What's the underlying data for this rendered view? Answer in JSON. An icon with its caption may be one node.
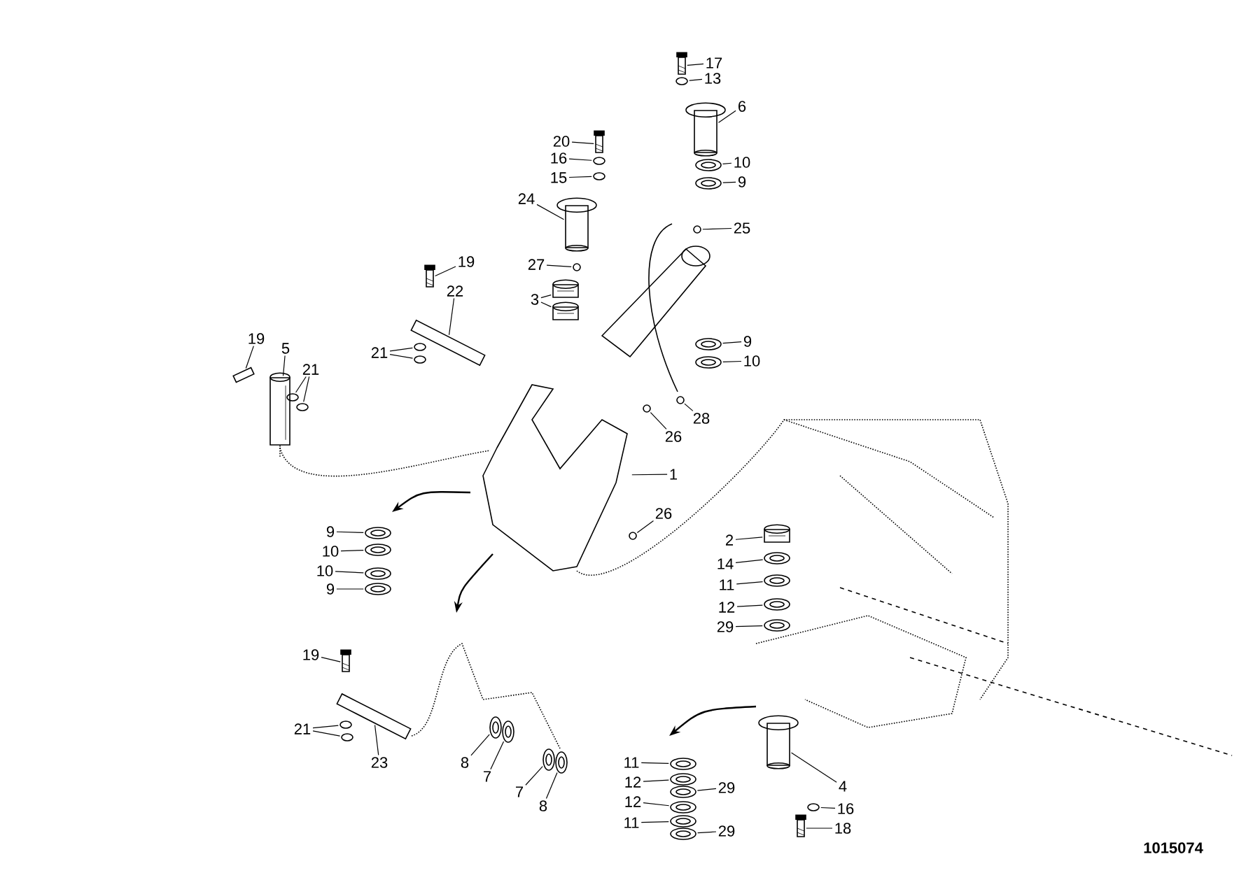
{
  "diagram": {
    "nodes": [
      {
        "text": [
          "17"
        ]
      },
      {
        "text": [
          "13"
        ]
      },
      {
        "text": [
          "6"
        ]
      },
      {
        "text": [
          "10"
        ]
      },
      {
        "text": [
          "9"
        ]
      },
      {
        "text": [
          "25"
        ]
      },
      {
        "text": [
          "20"
        ]
      },
      {
        "text": [
          "16"
        ]
      },
      {
        "text": [
          "15"
        ]
      },
      {
        "text": [
          "24"
        ]
      },
      {
        "text": [
          "27"
        ]
      },
      {
        "text": [
          "3"
        ]
      },
      {
        "text": [
          "19"
        ]
      },
      {
        "text": [
          "22"
        ]
      },
      {
        "text": [
          "21"
        ]
      },
      {
        "text": [
          "19"
        ]
      },
      {
        "text": [
          "5"
        ]
      },
      {
        "text": [
          "21"
        ]
      },
      {
        "text": [
          "9"
        ]
      },
      {
        "text": [
          "10"
        ]
      },
      {
        "text": [
          "28"
        ]
      },
      {
        "text": [
          "26"
        ]
      },
      {
        "text": [
          "1"
        ]
      },
      {
        "text": [
          "26"
        ]
      },
      {
        "text": [
          "9"
        ]
      },
      {
        "text": [
          "10"
        ]
      },
      {
        "text": [
          "10"
        ]
      },
      {
        "text": [
          "9"
        ]
      },
      {
        "text": [
          "2"
        ]
      },
      {
        "text": [
          "14"
        ]
      },
      {
        "text": [
          "11"
        ]
      },
      {
        "text": [
          "12"
        ]
      },
      {
        "text": [
          "29"
        ]
      },
      {
        "text": [
          "19"
        ]
      },
      {
        "text": [
          "21"
        ]
      },
      {
        "text": [
          "23"
        ]
      },
      {
        "text": [
          "8"
        ]
      },
      {
        "text": [
          "7"
        ]
      },
      {
        "text": [
          "7"
        ]
      },
      {
        "text": [
          "8"
        ]
      },
      {
        "text": [
          "11"
        ]
      },
      {
        "text": [
          "12"
        ]
      },
      {
        "text": [
          "29"
        ]
      },
      {
        "text": [
          "12"
        ]
      },
      {
        "text": [
          "11"
        ]
      },
      {
        "text": [
          "29"
        ]
      },
      {
        "text": [
          "4"
        ]
      },
      {
        "text": [
          "16"
        ]
      },
      {
        "text": [
          "18"
        ]
      },
      {
        "text": [],
        "shape": "picture"
      },
      {
        "text": [],
        "shape": "picture"
      },
      {
        "text": [],
        "shape": "picture"
      },
      {
        "text": [],
        "shape": "picture"
      },
      {
        "text": [],
        "shape": "picture"
      },
      {
        "text": [],
        "shape": "picture"
      },
      {
        "text": [],
        "shape": "picture"
      },
      {
        "text": [],
        "shape": "picture"
      },
      {
        "text": [],
        "shape": "picture"
      },
      {
        "text": [],
        "shape": "picture"
      },
      {
        "text": [],
        "shape": "picture"
      },
      {
        "text": [],
        "shape": "picture"
      },
      {
        "text": [],
        "shape": "picture"
      },
      {
        "text": [],
        "shape": "picture"
      },
      {
        "text": [],
        "shape": "picture"
      },
      {
        "text": [],
        "shape": "picture"
      },
      {
        "text": [],
        "shape": "picture"
      },
      {
        "text": [],
        "shape": "picture"
      },
      {
        "text": [],
        "shape": "picture"
      },
      {
        "text": [],
        "shape": "picture"
      },
      {
        "text": [],
        "shape": "picture"
      },
      {
        "text": [],
        "shape": "picture"
      },
      {
        "text": [],
        "shape": "picture"
      },
      {
        "text": [],
        "shape": "picture"
      },
      {
        "text": [],
        "shape": "picture"
      },
      {
        "text": [],
        "shape": "picture"
      },
      {
        "text": [],
        "shape": "picture"
      },
      {
        "text": [],
        "shape": "picture"
      },
      {
        "text": [],
        "shape": "picture"
      },
      {
        "text": [],
        "shape": "picture"
      },
      {
        "text": [],
        "shape": "picture"
      },
      {
        "text": [],
        "shape": "picture"
      },
      {
        "text": [],
        "shape": "picture"
      },
      {
        "text": [],
        "shape": "picture"
      },
      {
        "text": [],
        "shape": "picture"
      },
      {
        "text": [],
        "shape": "picture"
      },
      {
        "text": [],
        "shape": "picture"
      },
      {
        "text": [],
        "shape": "picture"
      },
      {
        "text": [],
        "shape": "picture"
      },
      {
        "text": [],
        "shape": "picture"
      },
      {
        "text": [],
        "shape": "picture"
      },
      {
        "text": [],
        "shape": "picture"
      },
      {
        "text": [],
        "shape": "picture"
      },
      {
        "text": [],
        "shape": "picture"
      },
      {
        "text": [],
        "shape": "picture"
      },
      {
        "text": [],
        "shape": "picture"
      },
      {
        "text": [],
        "shape": "picture"
      },
      {
        "text": [],
        "shape": "picture"
      },
      {
        "text": [],
        "shape": "picture"
      },
      {
        "text": [],
        "shape": "picture"
      },
      {
        "text": [],
        "shape": "picture"
      },
      {
        "text": [],
        "shape": "picture"
      },
      {
        "text": [],
        "shape": "picture"
      }
    ],
    "edges": [
      {
        "from": 0,
        "to": 49,
        "arrow": "none"
      },
      {
        "from": 1,
        "to": 50,
        "arrow": "none"
      },
      {
        "from": 2,
        "to": 51,
        "arrow": "none"
      },
      {
        "from": 3,
        "to": 52,
        "arrow": "none"
      },
      {
        "from": 4,
        "to": 53,
        "arrow": "none"
      },
      {
        "from": 5,
        "to": 54,
        "arrow": "none"
      },
      {
        "from": 6,
        "to": 55,
        "arrow": "none"
      },
      {
        "from": 7,
        "to": 56,
        "arrow": "none"
      },
      {
        "from": 8,
        "to": 57,
        "arrow": "none"
      },
      {
        "from": 9,
        "to": 58,
        "arrow": "none"
      },
      {
        "from": 10,
        "to": 59,
        "arrow": "none"
      },
      {
        "from": 11,
        "to": 60,
        "arrow": "none"
      },
      {
        "from": 11,
        "to": 61,
        "arrow": "none"
      },
      {
        "from": 12,
        "to": 62,
        "arrow": "none"
      },
      {
        "from": 13,
        "to": 63,
        "arrow": "none"
      },
      {
        "from": 14,
        "to": 64,
        "arrow": "none"
      },
      {
        "from": 14,
        "to": 65,
        "arrow": "none"
      },
      {
        "from": 15,
        "to": 66,
        "arrow": "none"
      },
      {
        "from": 16,
        "to": 67,
        "arrow": "none"
      },
      {
        "from": 17,
        "to": 68,
        "arrow": "none"
      },
      {
        "from": 17,
        "to": 69,
        "arrow": "none"
      },
      {
        "from": 18,
        "to": 70,
        "arrow": "none"
      },
      {
        "from": 19,
        "to": 71,
        "arrow": "none"
      },
      {
        "from": 20,
        "to": 72,
        "arrow": "none"
      },
      {
        "from": 21,
        "to": 73,
        "arrow": "none"
      },
      {
        "from": 22,
        "to": 74,
        "arrow": "none"
      },
      {
        "from": 23,
        "to": 75,
        "arrow": "none"
      },
      {
        "from": 24,
        "to": 76,
        "arrow": "none"
      },
      {
        "from": 25,
        "to": 77,
        "arrow": "none"
      },
      {
        "from": 26,
        "to": 78,
        "arrow": "none"
      },
      {
        "from": 27,
        "to": 79,
        "arrow": "none"
      },
      {
        "from": 28,
        "to": 80,
        "arrow": "none"
      },
      {
        "from": 29,
        "to": 81,
        "arrow": "none"
      },
      {
        "from": 30,
        "to": 82,
        "arrow": "none"
      },
      {
        "from": 31,
        "to": 83,
        "arrow": "none"
      },
      {
        "from": 32,
        "to": 84,
        "arrow": "none"
      },
      {
        "from": 33,
        "to": 85,
        "arrow": "none"
      },
      {
        "from": 34,
        "to": 86,
        "arrow": "none"
      },
      {
        "from": 34,
        "to": 87,
        "arrow": "none"
      },
      {
        "from": 35,
        "to": 88,
        "arrow": "none"
      },
      {
        "from": 36,
        "to": 89,
        "arrow": "none"
      },
      {
        "from": 37,
        "to": 90,
        "arrow": "none"
      },
      {
        "from": 38,
        "to": 91,
        "arrow": "none"
      },
      {
        "from": 39,
        "to": 92,
        "arrow": "none"
      },
      {
        "from": 40,
        "to": 93,
        "arrow": "none"
      },
      {
        "from": 41,
        "to": 94,
        "arrow": "none"
      },
      {
        "from": 42,
        "to": 95,
        "arrow": "none"
      },
      {
        "from": 43,
        "to": 96,
        "arrow": "none"
      },
      {
        "from": 44,
        "to": 97,
        "arrow": "none"
      },
      {
        "from": 45,
        "to": 98,
        "arrow": "none"
      },
      {
        "from": 46,
        "to": 99,
        "arrow": "none"
      },
      {
        "from": 47,
        "to": 100,
        "arrow": "none"
      },
      {
        "from": 48,
        "to": 101,
        "arrow": "none"
      }
    ],
    "labels": [
      "1015074"
    ]
  }
}
